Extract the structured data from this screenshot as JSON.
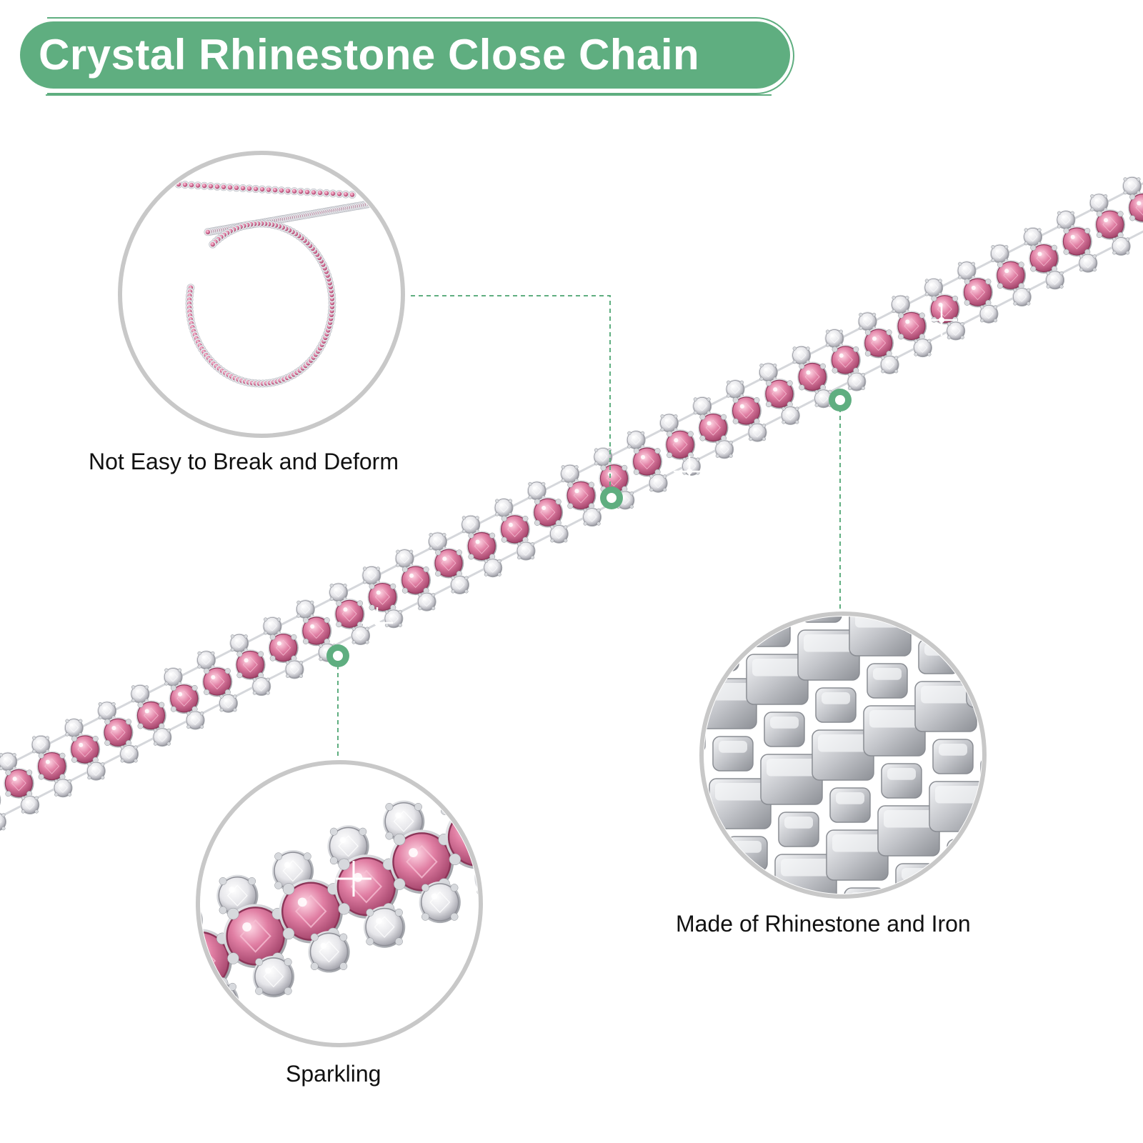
{
  "header": {
    "title": "Crystal Rhinestone Close Chain"
  },
  "features": [
    {
      "caption": "Not Easy to Break and Deform"
    },
    {
      "caption": "Made of Rhinestone and Iron"
    },
    {
      "caption": "Sparkling"
    }
  ],
  "colors": {
    "accent_green": "#5fae80",
    "callout_ring": "#c8c8c8",
    "crystal_pink": "#d9789c",
    "crystal_clear": "#e9e9ec",
    "metal_silver": "#c9cbd0"
  }
}
